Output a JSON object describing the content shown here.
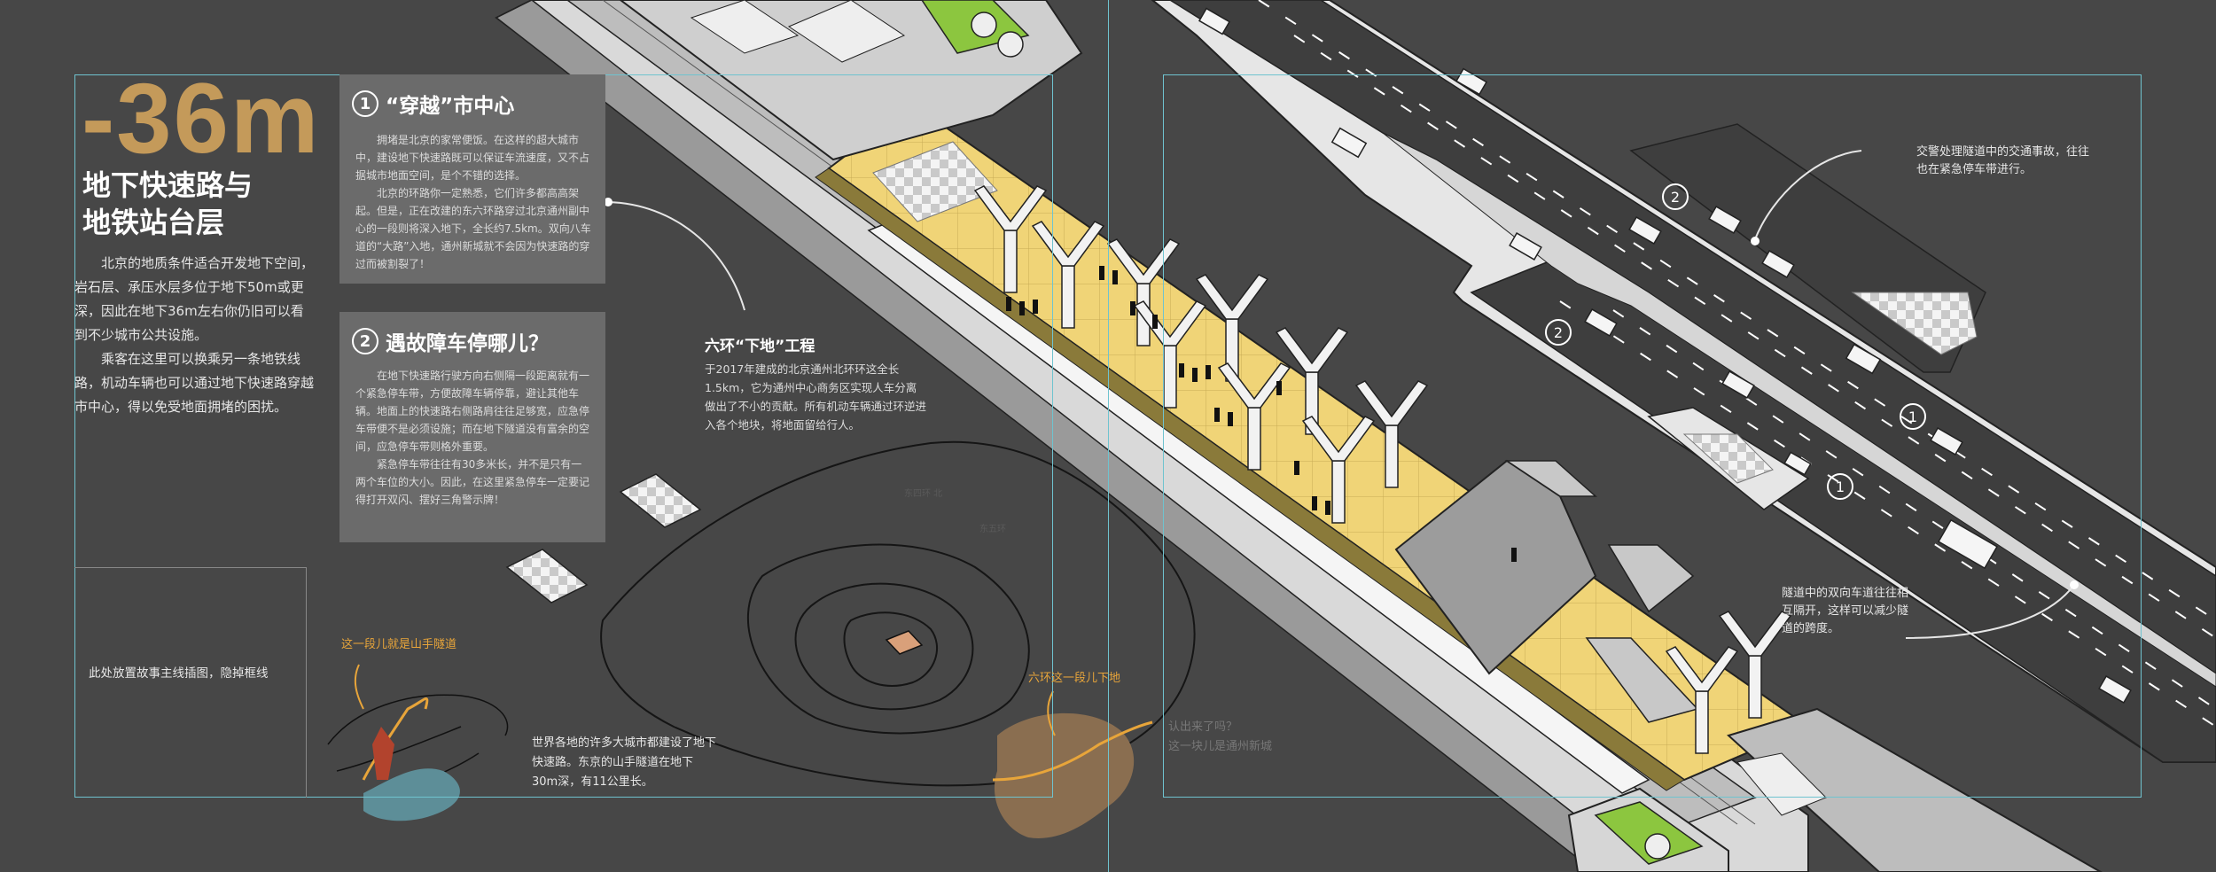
{
  "header": {
    "depth": "-36m",
    "title_line1": "地下快速路与",
    "title_line2": "地铁站台层"
  },
  "intro": {
    "para1": "北京的地质条件适合开发地下空间，岩石层、承压水层多位于地下50m或更深，因此在地下36m左右你仍旧可以看到不少城市公共设施。",
    "para2": "乘客在这里可以换乘另一条地铁线路，机动车辆也可以通过地下快速路穿越市中心，得以免受地面拥堵的困扰。"
  },
  "card1": {
    "number": "1",
    "title": "“穿越”市中心",
    "body1": "拥堵是北京的家常便饭。在这样的超大城市中，建设地下快速路既可以保证车流速度，又不占据城市地面空间，是个不错的选择。",
    "body2": "北京的环路你一定熟悉，它们许多都高高架起。但是，正在改建的东六环路穿过北京通州副中心的一段则将深入地下，全长约7.5km。双向八车道的“大路”入地，通州新城就不会因为快速路的穿过而被割裂了！"
  },
  "card2": {
    "number": "2",
    "title": "遇故障车停哪儿？",
    "body1": "在地下快速路行驶方向右侧隔一段距离就有一个紧急停车带，方便故障车辆停靠，避让其他车辆。地面上的快速路右侧路肩往往足够宽，应急停车带便不是必须设施；而在地下隧道没有富余的空间，应急停车带则格外重要。",
    "body2": "紧急停车带往往有30多米长，并不是只有一两个车位的大小。因此，在这里紧急停车一定要记得打开双闪、摆好三角警示牌！"
  },
  "sixth_ring": {
    "title": "六环“下地”工程",
    "body": "于2017年建成的北京通州北环环这全长1.5km，它为通州中心商务区实现人车分离做出了不小的贡献。所有机动车辆通过环逆进入各个地块，将地面留给行人。"
  },
  "story_placeholder": "此处放置故事主线插图，隐掉框线",
  "labels": {
    "mountain_tunnel": "这一段儿就是山手隧道",
    "sixth_ring_section": "六环这一段儿下地",
    "world_cities": "世界各地的许多大城市都建设了地下快速路。东京的山手隧道在地下30m深，有11公里长。",
    "faint_question": "认出来了吗？",
    "faint_tongzhou": "这一块儿是通州新城",
    "emergency_note": "交警处理隧道中的交通事故，往往也在紧急停车带进行。",
    "separation_note": "隧道中的双向车道往往相互隔开，这样可以减少隧道的跨度。",
    "map_label_a": "东四环 北",
    "map_label_b": "东五环"
  },
  "markers": [
    "1",
    "1",
    "2",
    "2"
  ],
  "colors": {
    "background": "#474747",
    "accent_gold": "#c49a5a",
    "platform_yellow": "#f0d477",
    "guide_cyan": "#6fc3cf",
    "orange_label": "#e8a53a",
    "green_shaft": "#8cc63f"
  }
}
